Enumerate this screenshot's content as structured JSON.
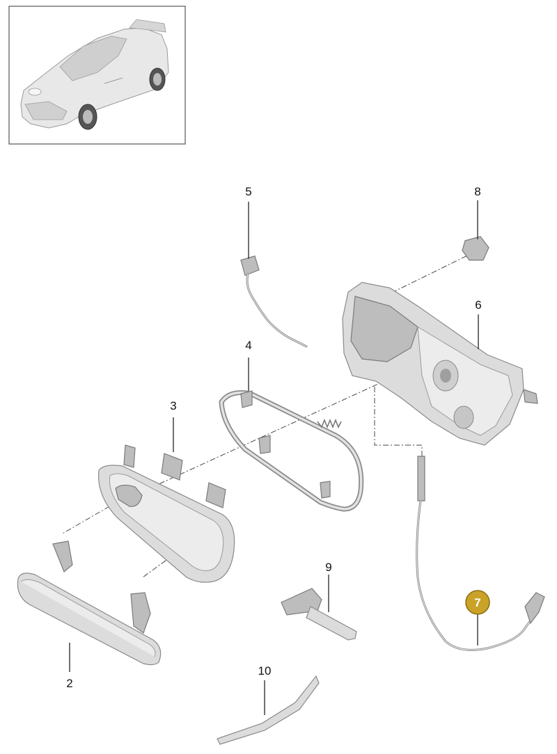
{
  "callouts": [
    {
      "id": "2",
      "label": "2",
      "highlighted": false
    },
    {
      "id": "3",
      "label": "3",
      "highlighted": false
    },
    {
      "id": "4",
      "label": "4",
      "highlighted": false
    },
    {
      "id": "5",
      "label": "5",
      "highlighted": false
    },
    {
      "id": "6",
      "label": "6",
      "highlighted": false
    },
    {
      "id": "7",
      "label": "7",
      "highlighted": true
    },
    {
      "id": "8",
      "label": "8",
      "highlighted": false
    },
    {
      "id": "9",
      "label": "9",
      "highlighted": false
    },
    {
      "id": "10",
      "label": "10",
      "highlighted": false
    }
  ],
  "colors": {
    "highlight_fill": "#c9a227",
    "highlight_stroke": "#8a6d12",
    "part_fill": "#dcdcdc",
    "outline": "#8a8a8a"
  }
}
